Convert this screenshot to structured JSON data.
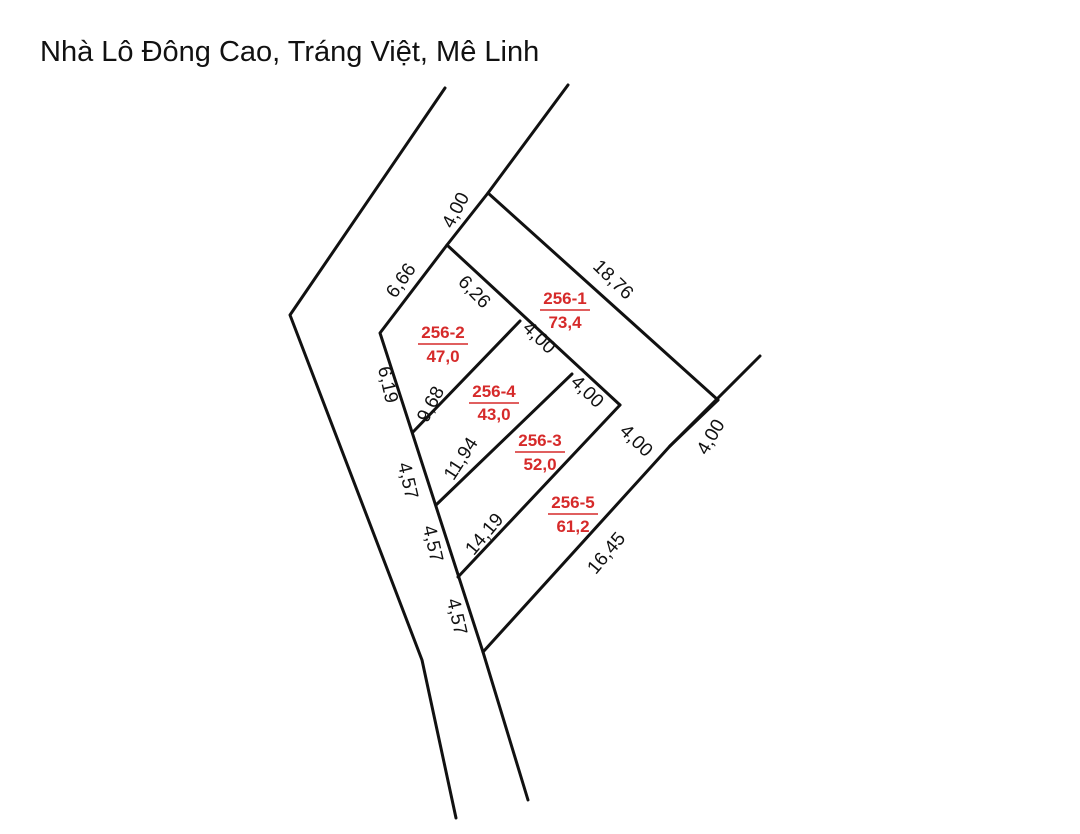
{
  "title": "Nhà Lô Đông Cao, Tráng Việt, Mê Linh",
  "colors": {
    "lines": "#111111",
    "plot_label": "#d62a2a",
    "background": "#ffffff"
  },
  "plots": [
    {
      "id": "256-1",
      "area": "73,4"
    },
    {
      "id": "256-2",
      "area": "47,0"
    },
    {
      "id": "256-4",
      "area": "43,0"
    },
    {
      "id": "256-3",
      "area": "52,0"
    },
    {
      "id": "256-5",
      "area": "61,2"
    }
  ],
  "dimensions": [
    {
      "key": "top_front",
      "value": "4,00"
    },
    {
      "key": "p1_right",
      "value": "18,76"
    },
    {
      "key": "p1_back",
      "value": "4,00"
    },
    {
      "key": "p2_front",
      "value": "6,66"
    },
    {
      "key": "p1_p2",
      "value": "6,26"
    },
    {
      "key": "left_front",
      "value": "6,19"
    },
    {
      "key": "p2_p4",
      "value": "9,68"
    },
    {
      "key": "p1_p4_back",
      "value": "4,00"
    },
    {
      "key": "p4_front",
      "value": "4,57"
    },
    {
      "key": "p4_p3",
      "value": "11,94"
    },
    {
      "key": "p3_back",
      "value": "4,00"
    },
    {
      "key": "p3_front",
      "value": "4,57"
    },
    {
      "key": "p3_p5",
      "value": "14,19"
    },
    {
      "key": "p5_back",
      "value": "4,00"
    },
    {
      "key": "p5_front",
      "value": "4,57"
    },
    {
      "key": "p5_bottom",
      "value": "16,45"
    }
  ]
}
